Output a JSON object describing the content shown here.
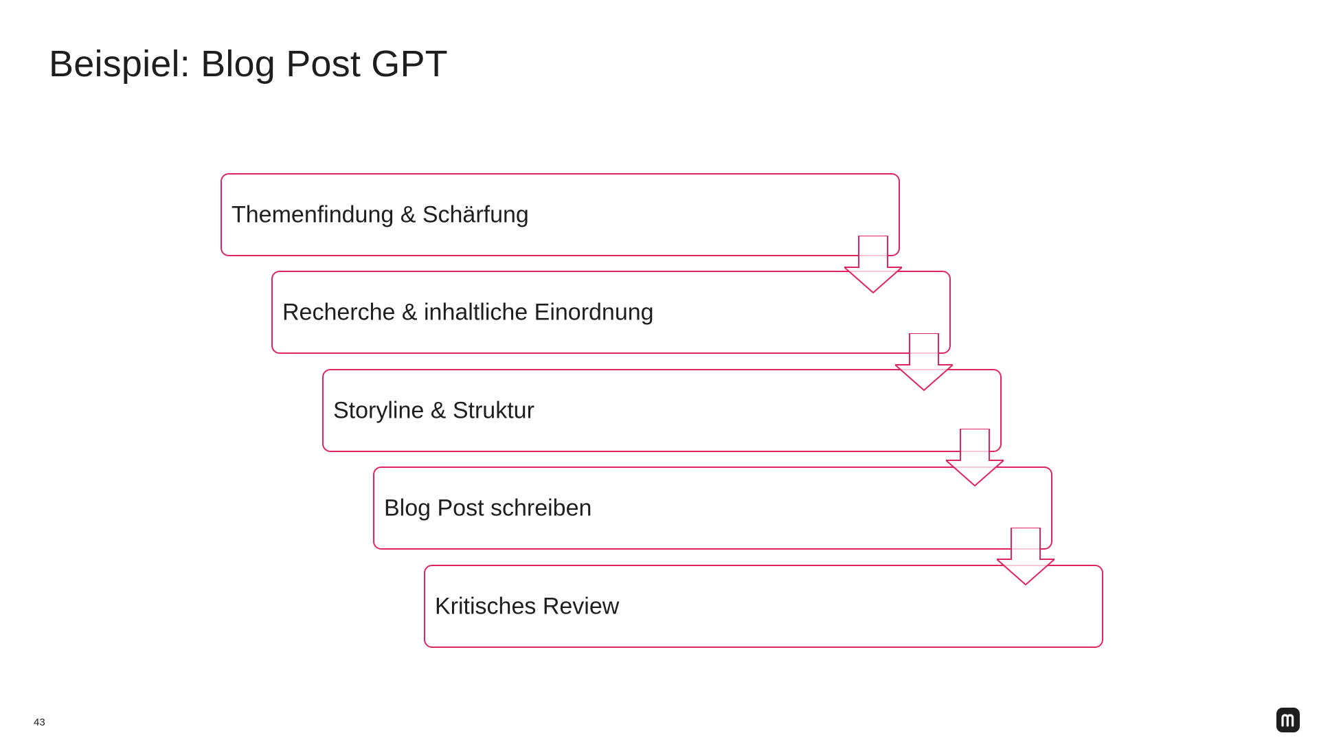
{
  "slide": {
    "title": "Beispiel: Blog Post GPT",
    "page_number": "43"
  },
  "process": {
    "steps": [
      {
        "label": "Themenfindung & Schärfung"
      },
      {
        "label": "Recherche & inhaltliche Einordnung"
      },
      {
        "label": "Storyline & Struktur"
      },
      {
        "label": "Blog Post schreiben"
      },
      {
        "label": "Kritisches Review"
      }
    ],
    "arrow_icon": "down-arrow-icon"
  },
  "colors": {
    "accent": "#e0245e",
    "text": "#1e1e1e",
    "background": "#ffffff"
  },
  "logo": {
    "icon": "brand-m-logo-icon",
    "letter": "m"
  }
}
